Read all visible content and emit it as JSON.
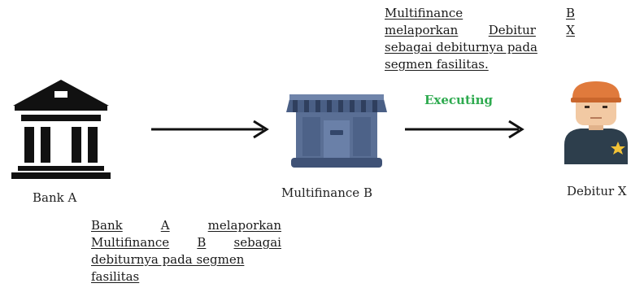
{
  "nodes": {
    "bank": {
      "label": "Bank A",
      "icon": "bank-building-icon"
    },
    "multifinance": {
      "label": "Multifinance B",
      "icon": "store-kiosk-icon"
    },
    "debtor": {
      "label": "Debitur X",
      "icon": "person-cap-icon"
    }
  },
  "arrows": {
    "executing_label": "Executing"
  },
  "notes": {
    "top": {
      "lines": [
        [
          "Multifinance",
          "B"
        ],
        [
          "melaporkan",
          "Debitur",
          "X"
        ],
        [
          "sebagai debiturnya pada"
        ],
        [
          "segmen fasilitas."
        ]
      ]
    },
    "bottom": {
      "lines": [
        [
          "Bank",
          "A",
          "melaporkan"
        ],
        [
          "Multifinance",
          "B",
          "sebagai"
        ],
        [
          "debiturnya pada segmen"
        ],
        [
          "fasilitas"
        ]
      ]
    }
  },
  "colors": {
    "executing": "#2eaa4f",
    "bank": "#111111",
    "store_body": "#5a6f95",
    "store_awning": "#4a5f85",
    "person_cap": "#e07a3c",
    "person_skin": "#f2c9a3",
    "person_suit": "#2d3e4c",
    "star": "#f2c236"
  }
}
